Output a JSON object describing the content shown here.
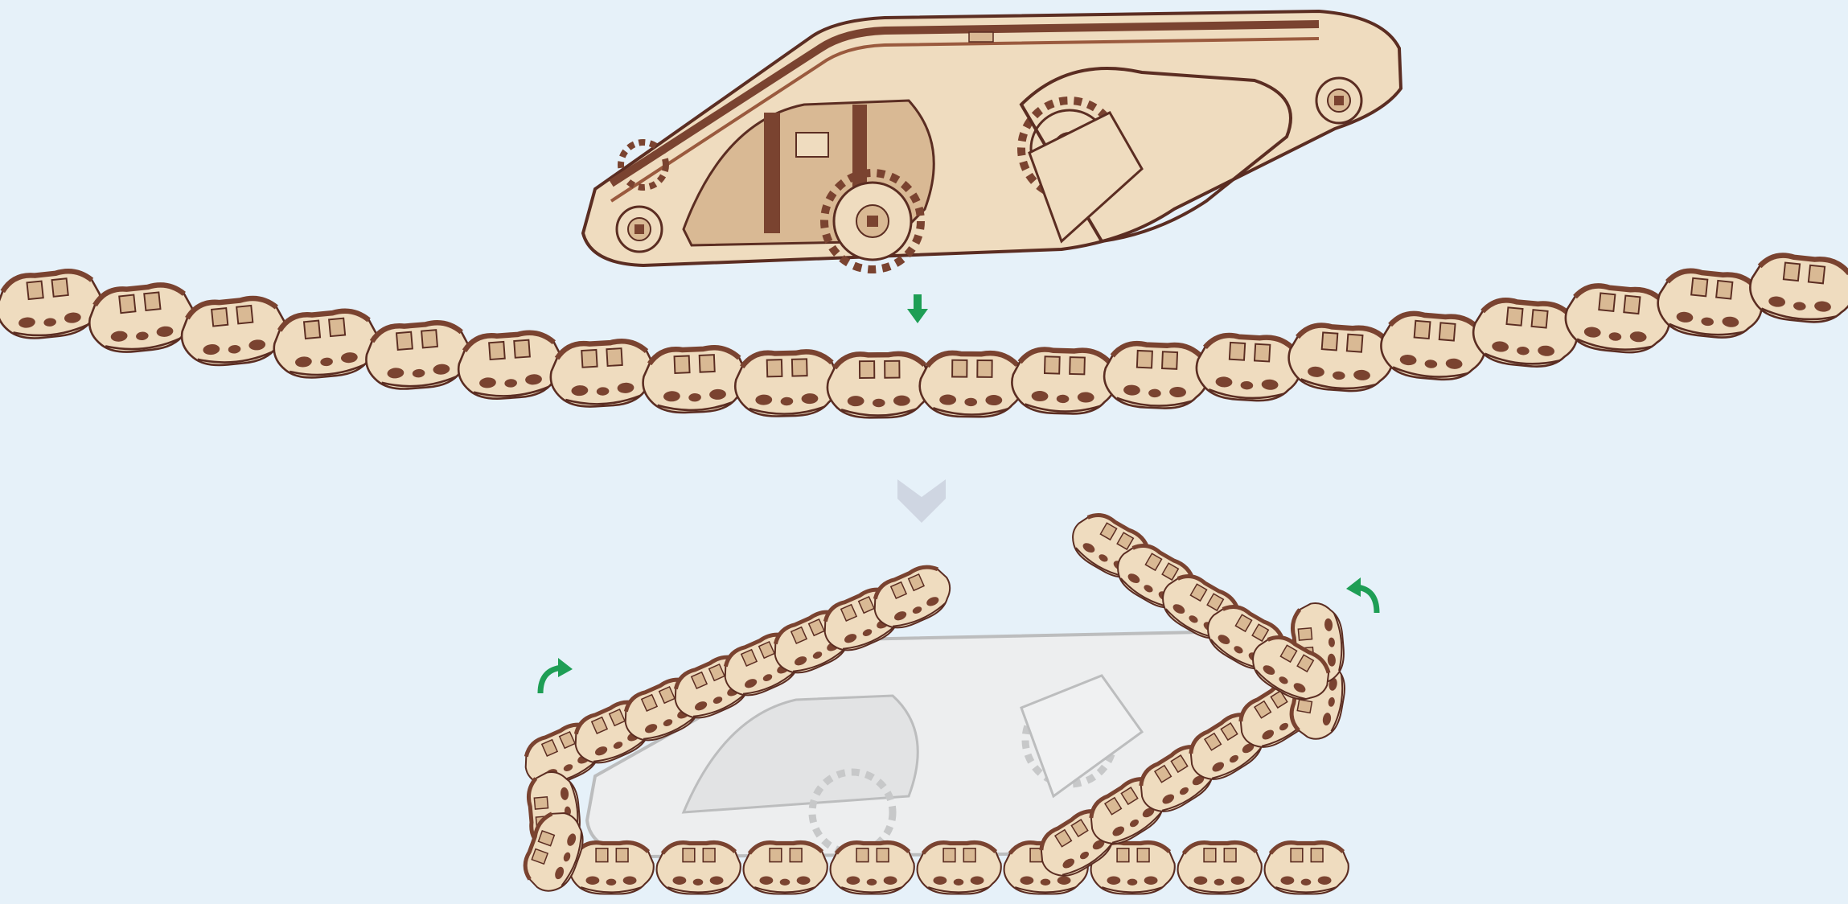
{
  "diagram": {
    "background": "#e6f1f9",
    "colors": {
      "wood_light": "#efdcbf",
      "wood_mid": "#d9b994",
      "wood_dark": "#7a4330",
      "wood_edge": "#5b2d22",
      "ghost_fill": "#eeeeee",
      "ghost_edge": "#b8b8b8",
      "arrow_green": "#1e9e55",
      "chevron": "#cfd6e2"
    },
    "steps": [
      {
        "name": "chassis-assembly",
        "description": ""
      },
      {
        "name": "track-chain",
        "link_count": 20
      },
      {
        "name": "track-wrap-around-chassis",
        "link_count_visible": 30
      }
    ],
    "icons": [
      "arrow-down-icon",
      "chevron-down-icon",
      "curved-arrow-left-icon",
      "curved-arrow-right-icon"
    ]
  }
}
